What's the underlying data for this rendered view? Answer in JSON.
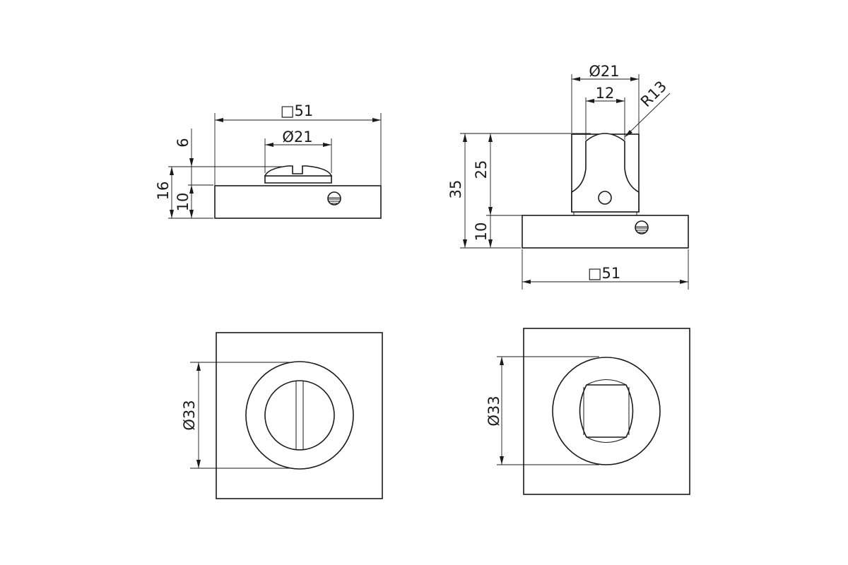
{
  "views": {
    "side_view_low": {
      "width_label": "□51",
      "rose_diameter_label": "Ø21",
      "total_height_label": "16",
      "thumbturn_height_label": "6",
      "base_height_label": "10"
    },
    "side_view_tall": {
      "rose_diameter_label": "Ø21",
      "knob_width_label": "12",
      "radius_label": "R13",
      "total_height_label": "35",
      "knob_height_label": "25",
      "base_height_label": "10",
      "width_label": "□51"
    },
    "front_view_slot": {
      "ring_diameter_label": "Ø33"
    },
    "front_view_knob": {
      "ring_diameter_label": "Ø33"
    }
  }
}
